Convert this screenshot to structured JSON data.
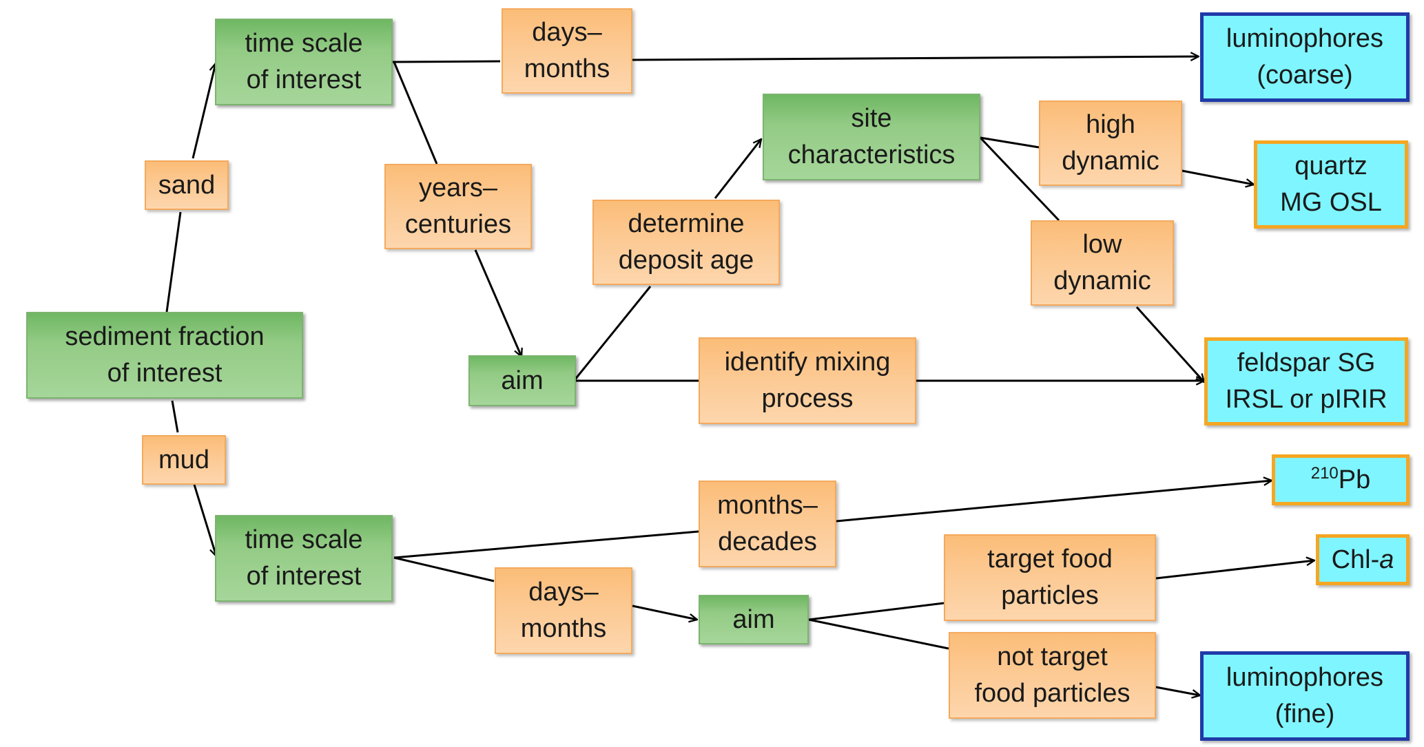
{
  "nodes": {
    "sediment_fraction": {
      "line1": "sediment fraction",
      "line2": "of interest"
    },
    "sand": {
      "label": "sand"
    },
    "mud": {
      "label": "mud"
    },
    "timescale_sand": {
      "line1": "time scale",
      "line2": "of interest"
    },
    "timescale_mud": {
      "line1": "time scale",
      "line2": "of interest"
    },
    "days_months_top": {
      "line1": "days–",
      "line2": "months"
    },
    "years_centuries": {
      "line1": "years–",
      "line2": "centuries"
    },
    "aim_sand": {
      "label": "aim"
    },
    "determine_age": {
      "line1": "determine",
      "line2": "deposit age"
    },
    "site_characteristics": {
      "line1": "site",
      "line2": "characteristics"
    },
    "high_dynamic": {
      "line1": "high",
      "line2": "dynamic"
    },
    "low_dynamic": {
      "line1": "low",
      "line2": "dynamic"
    },
    "identify_mixing": {
      "line1": "identify mixing",
      "line2": "process"
    },
    "months_decades": {
      "line1": "months–",
      "line2": "decades"
    },
    "days_months_bottom": {
      "line1": "days–",
      "line2": "months"
    },
    "aim_mud": {
      "label": "aim"
    },
    "target_food": {
      "line1": "target food",
      "line2": "particles"
    },
    "not_target_food": {
      "line1": "not target",
      "line2": "food particles"
    },
    "luminophores_coarse": {
      "line1": "luminophores",
      "line2": "(coarse)"
    },
    "quartz": {
      "line1": "quartz",
      "line2": "MG OSL"
    },
    "feldspar": {
      "line1": "feldspar SG",
      "line2": "IRSL or pIRIR"
    },
    "pb210": {
      "sup": "210",
      "label": "Pb"
    },
    "chla": {
      "prefix": "Chl-",
      "italic": "a"
    },
    "luminophores_fine": {
      "line1": "luminophores",
      "line2": "(fine)"
    }
  },
  "colors": {
    "process_green": "#a6d69a",
    "condition_orange": "#fcc890",
    "method_cyan": "#7ff5ff",
    "tracer_border_blue": "#1f3aa8",
    "dating_border_orange": "#f5a623",
    "line": "#000000"
  }
}
